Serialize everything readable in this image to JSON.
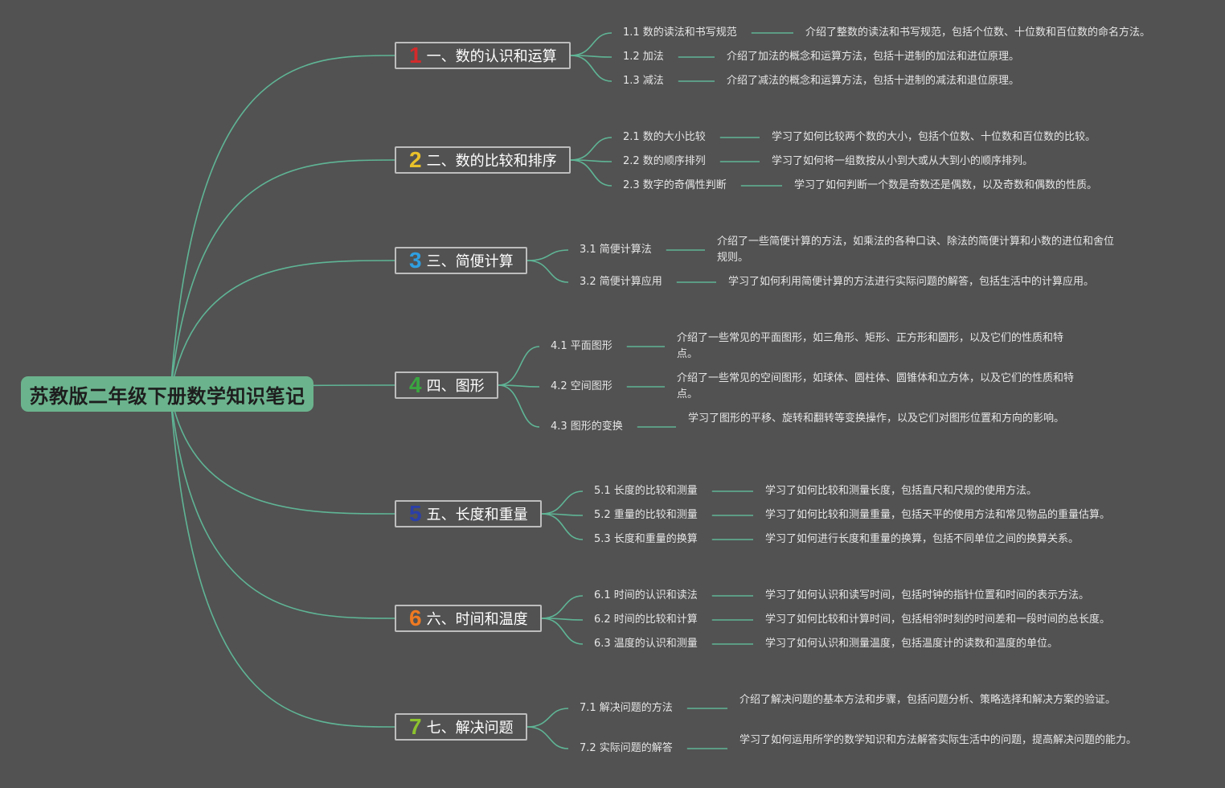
{
  "title": "苏教版二年级下册数学知识笔记",
  "branches": [
    {
      "number": "1",
      "color": "#d42a2a",
      "label": "一、数的认识和运算",
      "leaves": [
        {
          "label": "1.1 数的读法和书写规范",
          "desc": "介绍了整数的读法和书写规范，包括个位数、十位数和百位数的命名方法。"
        },
        {
          "label": "1.2 加法",
          "desc": "介绍了加法的概念和运算方法，包括十进制的加法和进位原理。"
        },
        {
          "label": "1.3 减法",
          "desc": "介绍了减法的概念和运算方法，包括十进制的减法和退位原理。"
        }
      ]
    },
    {
      "number": "2",
      "color": "#e9c12a",
      "label": "二、数的比较和排序",
      "leaves": [
        {
          "label": "2.1 数的大小比较",
          "desc": "学习了如何比较两个数的大小，包括个位数、十位数和百位数的比较。"
        },
        {
          "label": "2.2 数的顺序排列",
          "desc": "学习了如何将一组数按从小到大或从大到小的顺序排列。"
        },
        {
          "label": "2.3 数字的奇偶性判断",
          "desc": "学习了如何判断一个数是奇数还是偶数，以及奇数和偶数的性质。"
        }
      ]
    },
    {
      "number": "3",
      "color": "#2f9fe0",
      "label": "三、简便计算",
      "leaves": [
        {
          "label": "3.1 简便计算法",
          "desc": "介绍了一些简便计算的方法，如乘法的各种口诀、除法的简便计算和小数的进位和舍位规则。"
        },
        {
          "label": "3.2 简便计算应用",
          "desc": "学习了如何利用简便计算的方法进行实际问题的解答，包括生活中的计算应用。"
        }
      ]
    },
    {
      "number": "4",
      "color": "#3aa640",
      "label": "四、图形",
      "leaves": [
        {
          "label": "4.1 平面图形",
          "desc": "介绍了一些常见的平面图形，如三角形、矩形、正方形和圆形，以及它们的性质和特点。"
        },
        {
          "label": "4.2 空间图形",
          "desc": "介绍了一些常见的空间图形，如球体、圆柱体、圆锥体和立方体，以及它们的性质和特点。"
        },
        {
          "label": "4.3 图形的变换",
          "desc": "学习了图形的平移、旋转和翻转等变换操作，以及它们对图形位置和方向的影响。"
        }
      ]
    },
    {
      "number": "5",
      "color": "#2b3fa8",
      "label": "五、长度和重量",
      "leaves": [
        {
          "label": "5.1 长度的比较和测量",
          "desc": "学习了如何比较和测量长度，包括直尺和尺规的使用方法。"
        },
        {
          "label": "5.2 重量的比较和测量",
          "desc": "学习了如何比较和测量重量，包括天平的使用方法和常见物品的重量估算。"
        },
        {
          "label": "5.3 长度和重量的换算",
          "desc": "学习了如何进行长度和重量的换算，包括不同单位之间的换算关系。"
        }
      ]
    },
    {
      "number": "6",
      "color": "#ee7a22",
      "label": "六、时间和温度",
      "leaves": [
        {
          "label": "6.1 时间的认识和读法",
          "desc": "学习了如何认识和读写时间，包括时钟的指针位置和时间的表示方法。"
        },
        {
          "label": "6.2 时间的比较和计算",
          "desc": "学习了如何比较和计算时间，包括相邻时刻的时间差和一段时间的总长度。"
        },
        {
          "label": "6.3 温度的认识和测量",
          "desc": "学习了如何认识和测量温度，包括温度计的读数和温度的单位。"
        }
      ]
    },
    {
      "number": "7",
      "color": "#8cc22e",
      "label": "七、解决问题",
      "leaves": [
        {
          "label": "7.1 解决问题的方法",
          "desc": "介绍了解决问题的基本方法和步骤，包括问题分析、策略选择和解决方案的验证。"
        },
        {
          "label": "7.2 实际问题的解答",
          "desc": "学习了如何运用所学的数学知识和方法解答实际生活中的问题，提高解决问题的能力。"
        }
      ]
    }
  ],
  "colors": {
    "background": "#525252",
    "root": "#6bb38d",
    "link": "#5fb596",
    "branch_border": "#bdbdbd"
  }
}
